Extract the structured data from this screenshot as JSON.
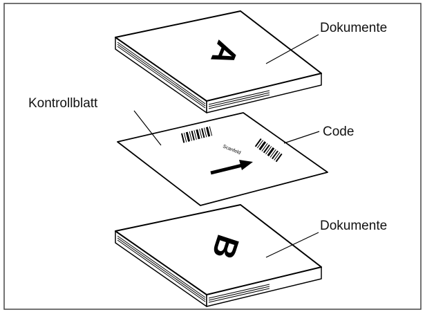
{
  "labels": {
    "documents_top": "Dokumente",
    "control_sheet": "Kontrollblatt",
    "code": "Code",
    "documents_bottom": "Dokumente"
  },
  "stacks": {
    "top_letter": "A",
    "bottom_letter": "B"
  },
  "sheet": {
    "small_text": "Scanfeld"
  },
  "colors": {
    "stroke": "#000000",
    "frame": "#444444",
    "paper": "#ffffff"
  }
}
